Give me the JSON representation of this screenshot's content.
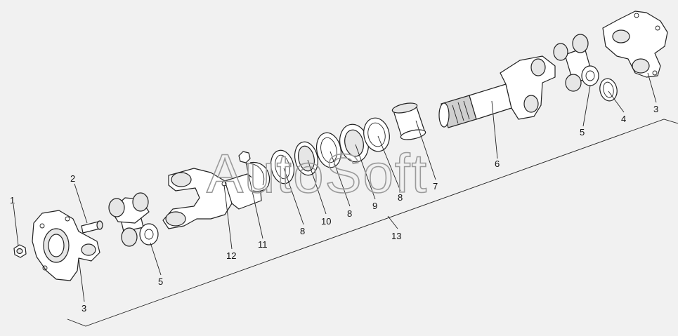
{
  "watermark": "AutoSoft",
  "callouts": [
    {
      "id": "c1",
      "text": "1"
    },
    {
      "id": "c2",
      "text": "2"
    },
    {
      "id": "c3a",
      "text": "3"
    },
    {
      "id": "c5a",
      "text": "5"
    },
    {
      "id": "c12",
      "text": "12"
    },
    {
      "id": "c11",
      "text": "11"
    },
    {
      "id": "c8a",
      "text": "8"
    },
    {
      "id": "c10",
      "text": "10"
    },
    {
      "id": "c8b",
      "text": "8"
    },
    {
      "id": "c9",
      "text": "9"
    },
    {
      "id": "c8c",
      "text": "8"
    },
    {
      "id": "c7",
      "text": "7"
    },
    {
      "id": "c13",
      "text": "13"
    },
    {
      "id": "c6",
      "text": "6"
    },
    {
      "id": "c5b",
      "text": "5"
    },
    {
      "id": "c4",
      "text": "4"
    },
    {
      "id": "c3b",
      "text": "3"
    }
  ]
}
